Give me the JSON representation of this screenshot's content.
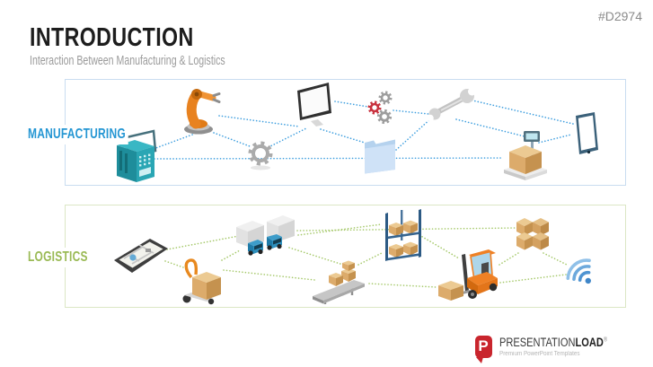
{
  "slide": {
    "tag": "#D2974",
    "title": "INTRODUCTION",
    "subtitle": "Interaction Between Manufacturing & Logistics"
  },
  "panels": {
    "manufacturing": {
      "label": "MANUFACTURING",
      "icons": [
        "cnc-machine",
        "robot-arm",
        "gear",
        "monitor",
        "small-gears",
        "folder",
        "wrench",
        "box-on-scale",
        "tablet"
      ]
    },
    "logistics": {
      "label": "LOGISTICS",
      "icons": [
        "tablet-map",
        "pallet-jack",
        "trucks",
        "conveyor-belt",
        "storage-rack",
        "forklift",
        "box-stack",
        "wifi-signal"
      ]
    }
  },
  "logo": {
    "mark_letter": "P",
    "brand_prefix": "PRESENTATION",
    "brand_suffix": "LOAD",
    "registered": "®",
    "tagline": "Premium PowerPoint Templates"
  },
  "colors": {
    "title": "#1d1d1d",
    "subtitle": "#9b9b9b",
    "tag": "#8a8a8a",
    "accent-mfg": "#2496d3",
    "accent-log": "#9aba55",
    "border-mfg": "#c9ddf0",
    "border-log": "#dbe7c5",
    "line-mfg": "#3f9fdf",
    "line-log": "#a6c96b",
    "brand-red": "#c9252d"
  }
}
